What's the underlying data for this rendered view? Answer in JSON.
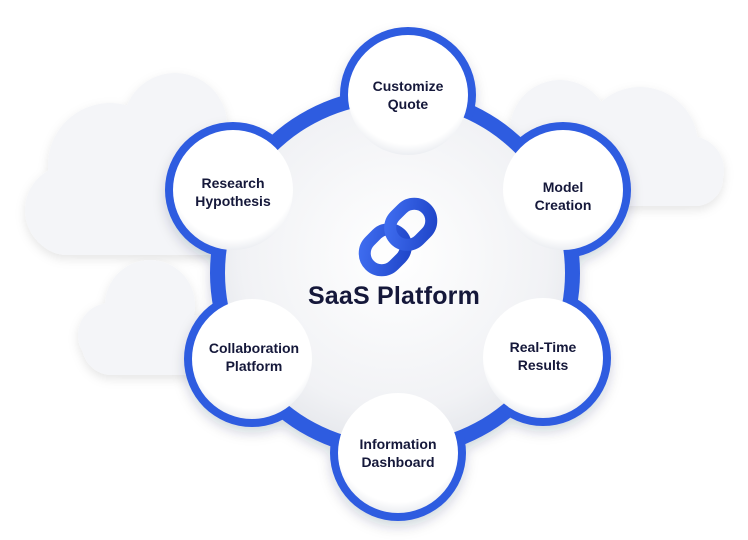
{
  "diagram": {
    "center": {
      "title": "SaaS Platform",
      "logo_icon": "infinity-link-icon"
    },
    "nodes": [
      {
        "id": "customize-quote",
        "lines": [
          "Customize",
          "Quote"
        ]
      },
      {
        "id": "model-creation",
        "lines": [
          "Model",
          "Creation"
        ]
      },
      {
        "id": "real-time-results",
        "lines": [
          "Real-Time",
          "Results"
        ]
      },
      {
        "id": "information-dashboard",
        "lines": [
          "Information",
          "Dashboard"
        ]
      },
      {
        "id": "collaboration-platform",
        "lines": [
          "Collaboration",
          "Platform"
        ]
      },
      {
        "id": "research-hypothesis",
        "lines": [
          "Research",
          "Hypothesis"
        ]
      }
    ],
    "colors": {
      "ring_blue": "#2f5be0",
      "ring_blue_dark": "#1f45c8",
      "text_navy": "#15183a",
      "cloud": "#f4f5f8",
      "node_fill": "#ffffff"
    }
  }
}
